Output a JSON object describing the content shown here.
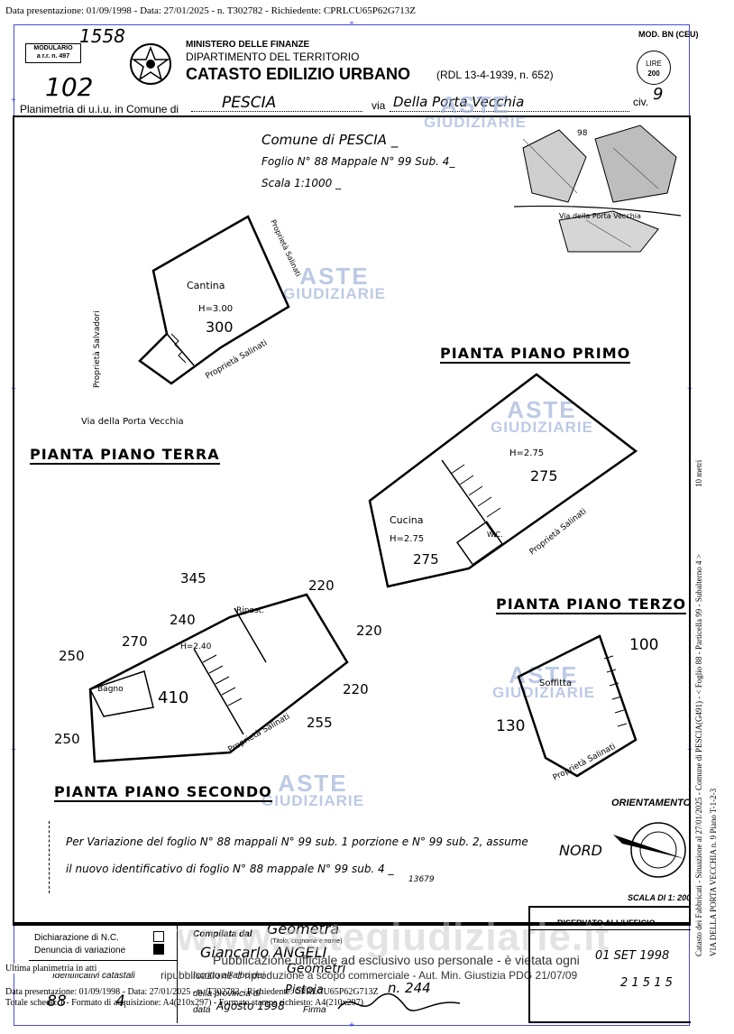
{
  "header": {
    "presentation": "Data presentazione: 01/09/1998 - Data: 27/01/2025 - n. T302782 - Richiedente: CPRLCU65P62G713Z"
  },
  "form": {
    "modulario_line1": "MODULARIO",
    "modulario_line2": "a r.r. n. 497",
    "number_1558": "1558",
    "number_102": "102",
    "ministry": "MINISTERO DELLE FINANZE",
    "department": "DIPARTIMENTO DEL TERRITORIO",
    "catasto": "CATASTO EDILIZIO URBANO",
    "law": "(RDL 13-4-1939, n. 652)",
    "mod": "MOD. BN (CEU)",
    "lire_1": "LIRE",
    "lire_2": "200",
    "planimetria_label": "Planimetria di u.i.u. in Comune di",
    "comune": "PESCIA",
    "via_label": "via",
    "via": "Della Porta Vecchia",
    "civ_label": "civ.",
    "civ": "9"
  },
  "notes": {
    "comune": "Comune di PESCIA _",
    "foglio": "Foglio N° 88 Mappale N° 99 Sub. 4_",
    "scala": "Scala 1:1000 _"
  },
  "map": {
    "street": "Via della Porta Vecchia",
    "number": "98"
  },
  "watermark": {
    "line1": "ASTE",
    "line2": "GIUDIZIARIE"
  },
  "plans": {
    "terra": {
      "title": "PIANTA PIANO TERRA",
      "room": "Cantina",
      "height": "H=3.00",
      "area": "300",
      "street": "Via della Porta Vecchia",
      "side1": "Proprietà Salvadori",
      "side2": "Proprietà Salinati",
      "side3": "Proprietà Salinati"
    },
    "primo": {
      "title": "PIANTA PIANO PRIMO",
      "height": "H=2.75",
      "area": "275",
      "room": "Cucina",
      "room_height": "H=2.75",
      "room_area": "275",
      "wc": "W.C.",
      "side": "Proprietà Salinati"
    },
    "secondo": {
      "title": "PIANTA PIANO SECONDO",
      "d345": "345",
      "d220a": "220",
      "d220b": "220",
      "d220c": "220",
      "d250a": "250",
      "d270": "270",
      "d240": "240",
      "d250b": "250",
      "d255": "255",
      "area": "410",
      "room": "Bagno",
      "height": "H=2.40",
      "rip": "Ripost.",
      "side": "Proprietà Salinati"
    },
    "terzo": {
      "title": "PIANTA PIANO TERZO",
      "room": "Soffitta",
      "d100": "100",
      "d130": "130",
      "side": "Proprietà Salinati"
    }
  },
  "orientamento": {
    "label": "ORIENTAMENTO",
    "nord": "NORD"
  },
  "variazione": {
    "line1": "Per Variazione del foglio N° 88 mappali N° 99 sub. 1 porzione e N° 99 sub. 2, assume",
    "line2": "il nuovo identificativo di foglio N° 88 mappale N° 99 sub. 4 _",
    "number": "13679"
  },
  "scala_label": "SCALA DI 1: 200",
  "footer": {
    "dichiarazione": "Dichiarazione di N.C.",
    "denuncia": "Denuncia di variazione",
    "ultima": "Ultima planimetria in atti",
    "identificativi": "Identificativi catastali",
    "data_pres": "Data presentazione: 01/09/1998 - Data: 27/01/2025 - n. T302782 - Richiedente: CPRLCU65P62G713Z",
    "totale": "Totale schede: 1 - Formato di acquisizione: A4(210x297) - Formato stampa richiesto: A4(210x297)",
    "compilata_label": "Compilata dal",
    "compilata": "Geometra",
    "titolo_hint": "(Titolo, cognome e nome)",
    "nome": "Giancarlo ANGELI",
    "iscritto_label": "Iscritto all'albo dei",
    "iscritto": "Geometri",
    "provincia_label": "della provincia di",
    "provincia": "Pistoia",
    "iscr_num": "n. 244",
    "data_label": "data",
    "data": "Agosto 1998",
    "firma_label": "Firma",
    "riservato": "RISERVATO ALL'UFFICIO",
    "stamp_date": "01 SET 1998",
    "stamp_num": "2 1 5 1 5",
    "left_88": "88",
    "left_4": "4",
    "pubblicazione1": "Pubblicazione ufficiale ad esclusivo uso personale - è vietata ogni",
    "pubblicazione2": "ripubblicazione o riproduzione a scopo commerciale - Aut. Min. Giustizia PDG 21/07/09",
    "wm_site": "www.astegiudiziarie.it"
  },
  "side_text": {
    "catasto": "Catasto dei Fabbricati - Situazione al 27/01/2025 - Comune di PESCIA(G491) - < Foglio 88 - Particella 99 - Subalterno 4 >",
    "via": "VIA DELLA PORTA VECCHIA n. 9 Piano T-1-2-3",
    "metri": "10 metri"
  }
}
